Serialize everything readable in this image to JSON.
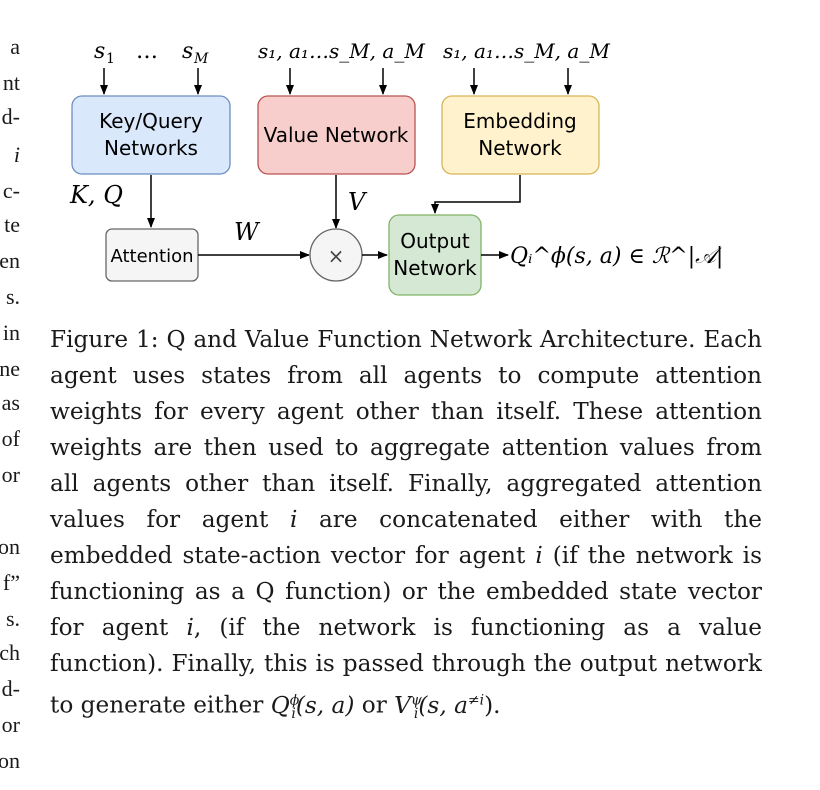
{
  "left_column_fragments": [
    "a",
    "nt",
    "d-",
    "i",
    "c-",
    "te",
    "en",
    "s.",
    "in",
    "ne",
    "as",
    "of",
    "or",
    "on",
    "f”",
    "s.",
    "ch",
    "d-",
    "or",
    "on"
  ],
  "diagram": {
    "inputs": {
      "key_query": {
        "s1": "s",
        "s1_sub": "1",
        "dots": "…",
        "sM": "s",
        "sM_sub": "M"
      },
      "value": "s₁, a₁…s_M, a_M",
      "embedding": "s₁, a₁…s_M, a_M"
    },
    "boxes": {
      "key_query": [
        "Key/Query",
        "Networks"
      ],
      "value": "Value Network",
      "embedding": [
        "Embedding",
        "Network"
      ],
      "attention": "Attention",
      "multiply": "×",
      "output": [
        "Output",
        "Network"
      ]
    },
    "edge_labels": {
      "kq": "K, Q",
      "w": "W",
      "v": "V"
    },
    "output_label": "Qᵢ^ϕ(s, a) ∈ ℛ^|𝒜|",
    "colors": {
      "key_query_fill": "#dae8fc",
      "key_query_stroke": "#6c8ebf",
      "value_fill": "#f8cecc",
      "value_stroke": "#b85450",
      "embedding_fill": "#fff2cc",
      "embedding_stroke": "#d6b656",
      "attention_fill": "#f5f5f5",
      "attention_stroke": "#666666",
      "multiply_fill": "#f5f5f5",
      "multiply_stroke": "#666666",
      "output_fill": "#d5e8d4",
      "output_stroke": "#82b366"
    }
  },
  "caption": {
    "label": "Figure 1:",
    "title": "Q and Value Function Network Architecture.",
    "body_1": "Each agent uses states from all agents to compute attention weights for every agent other than itself. These attention weights are then used to aggregate attention values from all agents other than itself. Finally, aggregated attention values for agent",
    "var_i": "i",
    "body_2": "are concatenated either with the embedded state-action vector for agent",
    "body_3": "(if the network is functioning as a Q function) or the embedded state vector for agent",
    "body_4": ", (if the network is functioning as a value function). Finally, this is passed through the output network to generate either",
    "q_expr": "Q",
    "q_sup": "ϕ",
    "q_sub": "i",
    "q_args": "(s, a)",
    "or_word": "or",
    "v_expr": "V",
    "v_sup": "ψ",
    "v_sub": "i",
    "v_args_open": "(s, a",
    "v_args_sup": "≠i",
    "v_args_close": ")."
  }
}
